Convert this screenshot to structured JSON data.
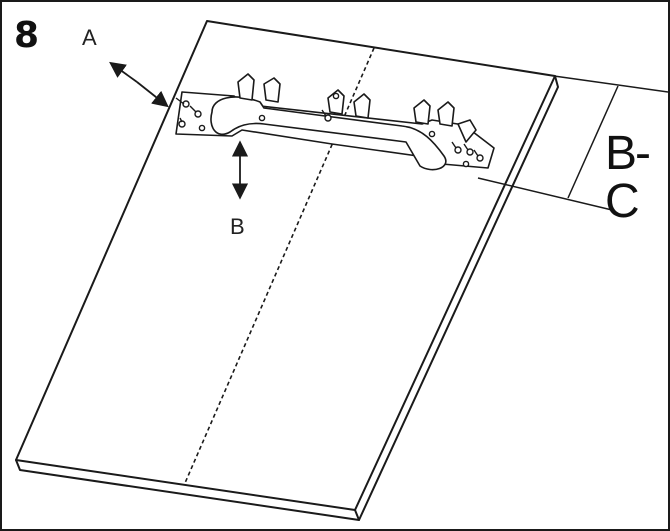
{
  "step": {
    "number": "8"
  },
  "callouts": {
    "a": "A",
    "b": "B"
  },
  "dimension": {
    "label": "B-C"
  },
  "colors": {
    "line": "#1a1a1a",
    "background": "#ffffff"
  }
}
